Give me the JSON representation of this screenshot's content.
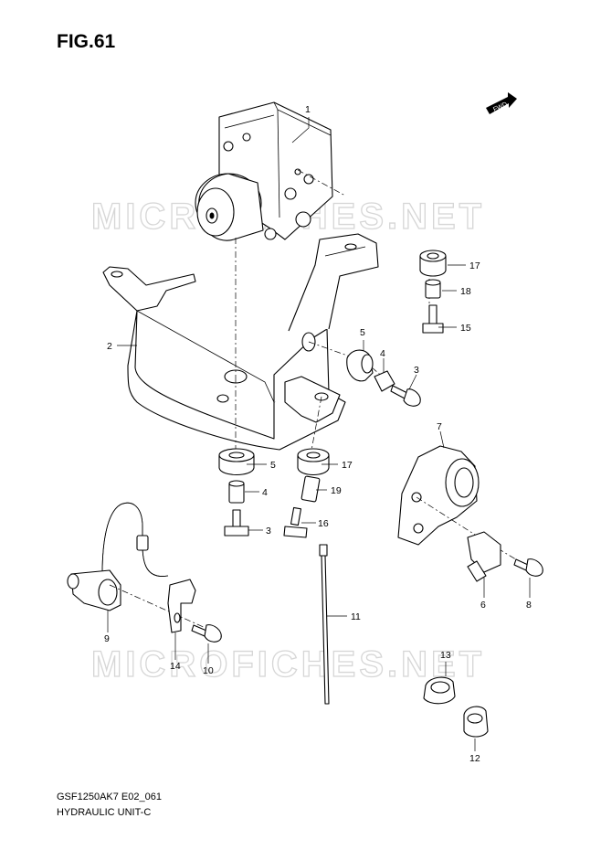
{
  "figure": {
    "title": "FIG.61",
    "fwd_label": "FWD"
  },
  "watermarks": [
    "MICROFICHES.NET",
    "MICROFICHES.NET"
  ],
  "parts": [
    {
      "id": "1",
      "label": "1"
    },
    {
      "id": "2",
      "label": "2"
    },
    {
      "id": "3a",
      "label": "3"
    },
    {
      "id": "3b",
      "label": "3"
    },
    {
      "id": "4a",
      "label": "4"
    },
    {
      "id": "4b",
      "label": "4"
    },
    {
      "id": "5a",
      "label": "5"
    },
    {
      "id": "5b",
      "label": "5"
    },
    {
      "id": "6",
      "label": "6"
    },
    {
      "id": "7",
      "label": "7"
    },
    {
      "id": "8",
      "label": "8"
    },
    {
      "id": "9",
      "label": "9"
    },
    {
      "id": "10",
      "label": "10"
    },
    {
      "id": "11",
      "label": "11"
    },
    {
      "id": "12",
      "label": "12"
    },
    {
      "id": "13",
      "label": "13"
    },
    {
      "id": "14",
      "label": "14"
    },
    {
      "id": "15",
      "label": "15"
    },
    {
      "id": "16",
      "label": "16"
    },
    {
      "id": "17a",
      "label": "17"
    },
    {
      "id": "17b",
      "label": "17"
    },
    {
      "id": "18",
      "label": "18"
    },
    {
      "id": "19",
      "label": "19"
    }
  ],
  "footer": {
    "code": "GSF1250AK7 E02_061",
    "name": "HYDRAULIC UNIT-C"
  }
}
